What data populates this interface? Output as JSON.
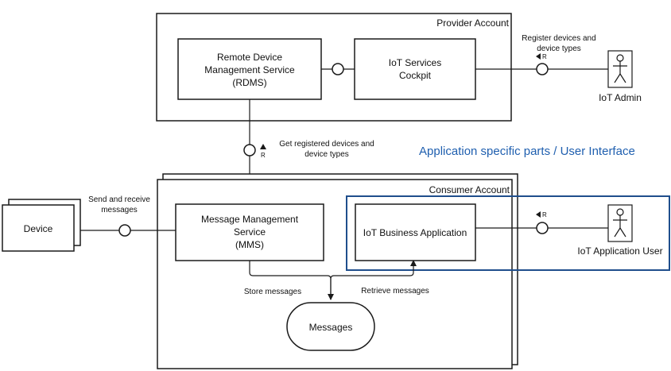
{
  "provider": {
    "title": "Provider Account"
  },
  "rdms": {
    "line1": "Remote Device",
    "line2": "Management Service",
    "line3": "(RDMS)"
  },
  "cockpit": {
    "line1": "IoT Services",
    "line2": "Cockpit"
  },
  "register": {
    "line1": "Register devices and",
    "line2": "device types",
    "r": "R"
  },
  "admin": {
    "label": "IoT Admin"
  },
  "get_registered": {
    "line1": "Get registered devices and",
    "line2": "device types",
    "r": "R"
  },
  "app_specific": {
    "text": "Application specific parts / User Interface",
    "color": "#1F5FAF"
  },
  "consumer": {
    "title": "Consumer Account"
  },
  "device": {
    "label": "Device"
  },
  "send_receive": {
    "line1": "Send and receive",
    "line2": "messages"
  },
  "mms": {
    "line1": "Message Management",
    "line2": "Service",
    "line3": "(MMS)"
  },
  "business_app": {
    "label": "IoT Business Application"
  },
  "app_user": {
    "label": "IoT Application User",
    "r": "R"
  },
  "store": {
    "label": "Store messages"
  },
  "retrieve": {
    "label": "Retrieve messages"
  },
  "messages": {
    "label": "Messages"
  },
  "colors": {
    "line": "#1a1a1a",
    "highlight_border": "#1F4E8C"
  }
}
